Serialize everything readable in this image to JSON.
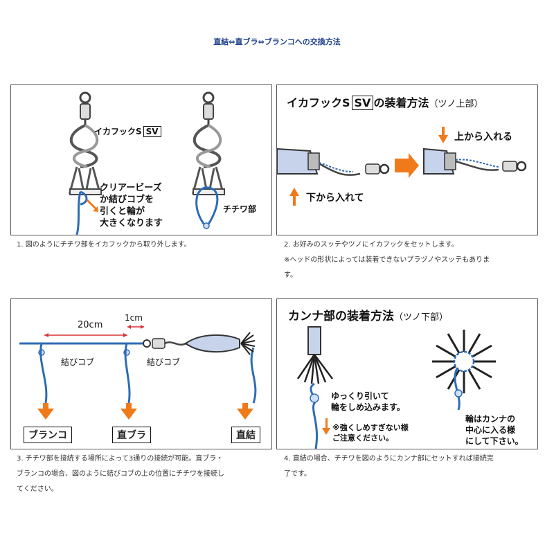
{
  "page": {
    "title": "直結⇔直ブラ⇔ブランコへの交換方法"
  },
  "panel1": {
    "label_hook_prefix": "イカフックS",
    "label_hook_sv": "SV",
    "note_lines": [
      "クリアービーズ",
      "か結びコブを",
      "引くと輪が",
      "大きくなります"
    ],
    "label_chichiwa": "チチワ部",
    "caption": "1. 図のようにチチワ部をイカフックから取り外します。"
  },
  "panel2": {
    "title_prefix": "イカフックS",
    "title_sv": "SV",
    "title_suffix": "の装着方法",
    "title_sub": "（ツノ上部）",
    "label_from_below": "下から入れて",
    "label_from_above": "上から入れる",
    "caption_line1": "2. お好みのスッテやツノにイカフックをセットします。",
    "caption_line2": "※ヘッドの形状によっては装着できないプラヅノやスッテもありま",
    "caption_line3": "す。"
  },
  "panel3": {
    "dim_20cm": "20cm",
    "dim_1cm": "1cm",
    "knot_label_1": "結びコブ",
    "knot_label_2": "結びコブ",
    "option_buranko": "ブランコ",
    "option_chokubura": "直ブラ",
    "option_chokketsu": "直結",
    "caption_line1": "3. チチワ部を接続する場所によって3通りの接続が可能。直ブラ・",
    "caption_line2": "ブランコの場合、図のように結びコブの上の位置にチチワを接続し",
    "caption_line3": "てください。"
  },
  "panel4": {
    "title": "カンナ部の装着方法",
    "title_sub": "（ツノ下部）",
    "pull_lines": [
      "ゆっくり引いて",
      "輪をしめ込みます。"
    ],
    "warn_lines": [
      "※強くしめすぎない様",
      "ご注意ください。"
    ],
    "center_lines": [
      "輪はカンナの",
      "中心に入る様",
      "にして下さい。"
    ],
    "caption_line1": "4. 直結の場合、チチワを図のようにカンナ部にセットすれば接続完",
    "caption_line2": "了です。"
  },
  "colors": {
    "line_blue": "#2e6bb5",
    "arrow_orange": "#f07a1a",
    "title_blue": "#1d3e8c",
    "jig_fill": "#c7d3ea"
  }
}
